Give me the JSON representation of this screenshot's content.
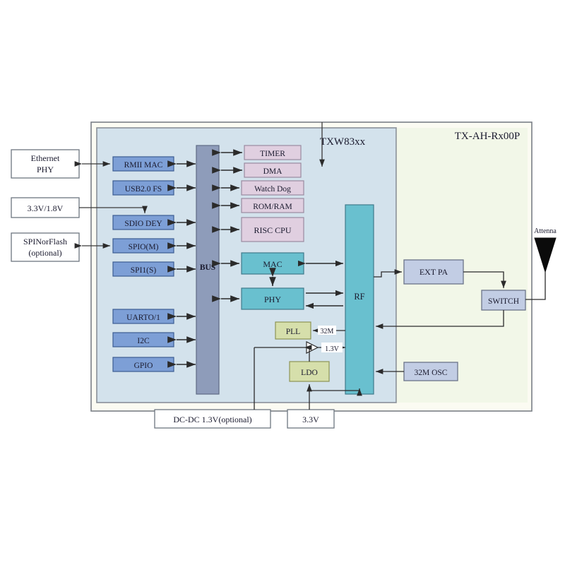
{
  "diagram": {
    "type": "block-diagram",
    "title_soc": "TXW83xx",
    "title_module": "TX-AH-Rx00P",
    "antenna_label": "Attenna"
  },
  "external_left": [
    {
      "id": "ethernet-phy",
      "label": "Ethernet\nPHY",
      "line1": "Ethernet",
      "line2": "PHY"
    },
    {
      "id": "power-3v3-1v8",
      "label": "3.3V/1.8V",
      "line1": "3.3V/1.8V",
      "line2": ""
    },
    {
      "id": "spi-nor-flash",
      "label": "SPINorFlash (optional)",
      "line1": "SPINorFlash",
      "line2": "(optional)"
    }
  ],
  "external_bottom": [
    {
      "id": "dc-dc",
      "label": "DC-DC 1.3V(optional)"
    },
    {
      "id": "vdd-3v3",
      "label": "3.3V"
    }
  ],
  "peripherals_left": [
    {
      "id": "rmii-mac",
      "label": "RMII MAC"
    },
    {
      "id": "usb20-fs",
      "label": "USB2.0 FS"
    },
    {
      "id": "sdio-dey",
      "label": "SDIO DEY"
    },
    {
      "id": "spi0-m",
      "label": "SPIO(M)"
    },
    {
      "id": "spi1-s",
      "label": "SPI1(S)"
    },
    {
      "id": "uart01",
      "label": "UARTO/1"
    },
    {
      "id": "i2c",
      "label": "I2C"
    },
    {
      "id": "gpio",
      "label": "GPIO"
    }
  ],
  "bus": {
    "id": "bus",
    "label": "BUS"
  },
  "peripherals_right": [
    {
      "id": "timer",
      "label": "TIMER"
    },
    {
      "id": "dma",
      "label": "DMA"
    },
    {
      "id": "watch-dog",
      "label": "Watch Dog"
    },
    {
      "id": "rom-ram",
      "label": "ROM/RAM"
    },
    {
      "id": "risc-cpu",
      "label": "RISC CPU"
    }
  ],
  "radio_blocks": [
    {
      "id": "mac",
      "label": "MAC"
    },
    {
      "id": "phy",
      "label": "PHY"
    },
    {
      "id": "rf",
      "label": "RF"
    }
  ],
  "analog_blocks": [
    {
      "id": "pll",
      "label": "PLL"
    },
    {
      "id": "ldo",
      "label": "LDO"
    }
  ],
  "module_blocks": [
    {
      "id": "ext-pa",
      "label": "EXT PA"
    },
    {
      "id": "switch",
      "label": "SWITCH"
    },
    {
      "id": "osc-32m",
      "label": "32M OSC"
    }
  ],
  "signal_labels": [
    {
      "id": "clk-32m",
      "label": "32M"
    },
    {
      "id": "rail-1v3",
      "label": "1.3V"
    }
  ],
  "colors": {
    "soc_fill": "#d3e2ec",
    "module_fill": "#f2f7e8",
    "outer_frame_fill": "#fbfbf2",
    "peripheral_blue": "#7d9fd6",
    "peripheral_pink": "#e0cfe0",
    "teal": "#69c0cf",
    "bus_gray": "#8e9cba",
    "olive": "#d6dfab",
    "module_block": "#c2cde4",
    "stroke": "#555f6b",
    "line": "#3a3a3a"
  }
}
